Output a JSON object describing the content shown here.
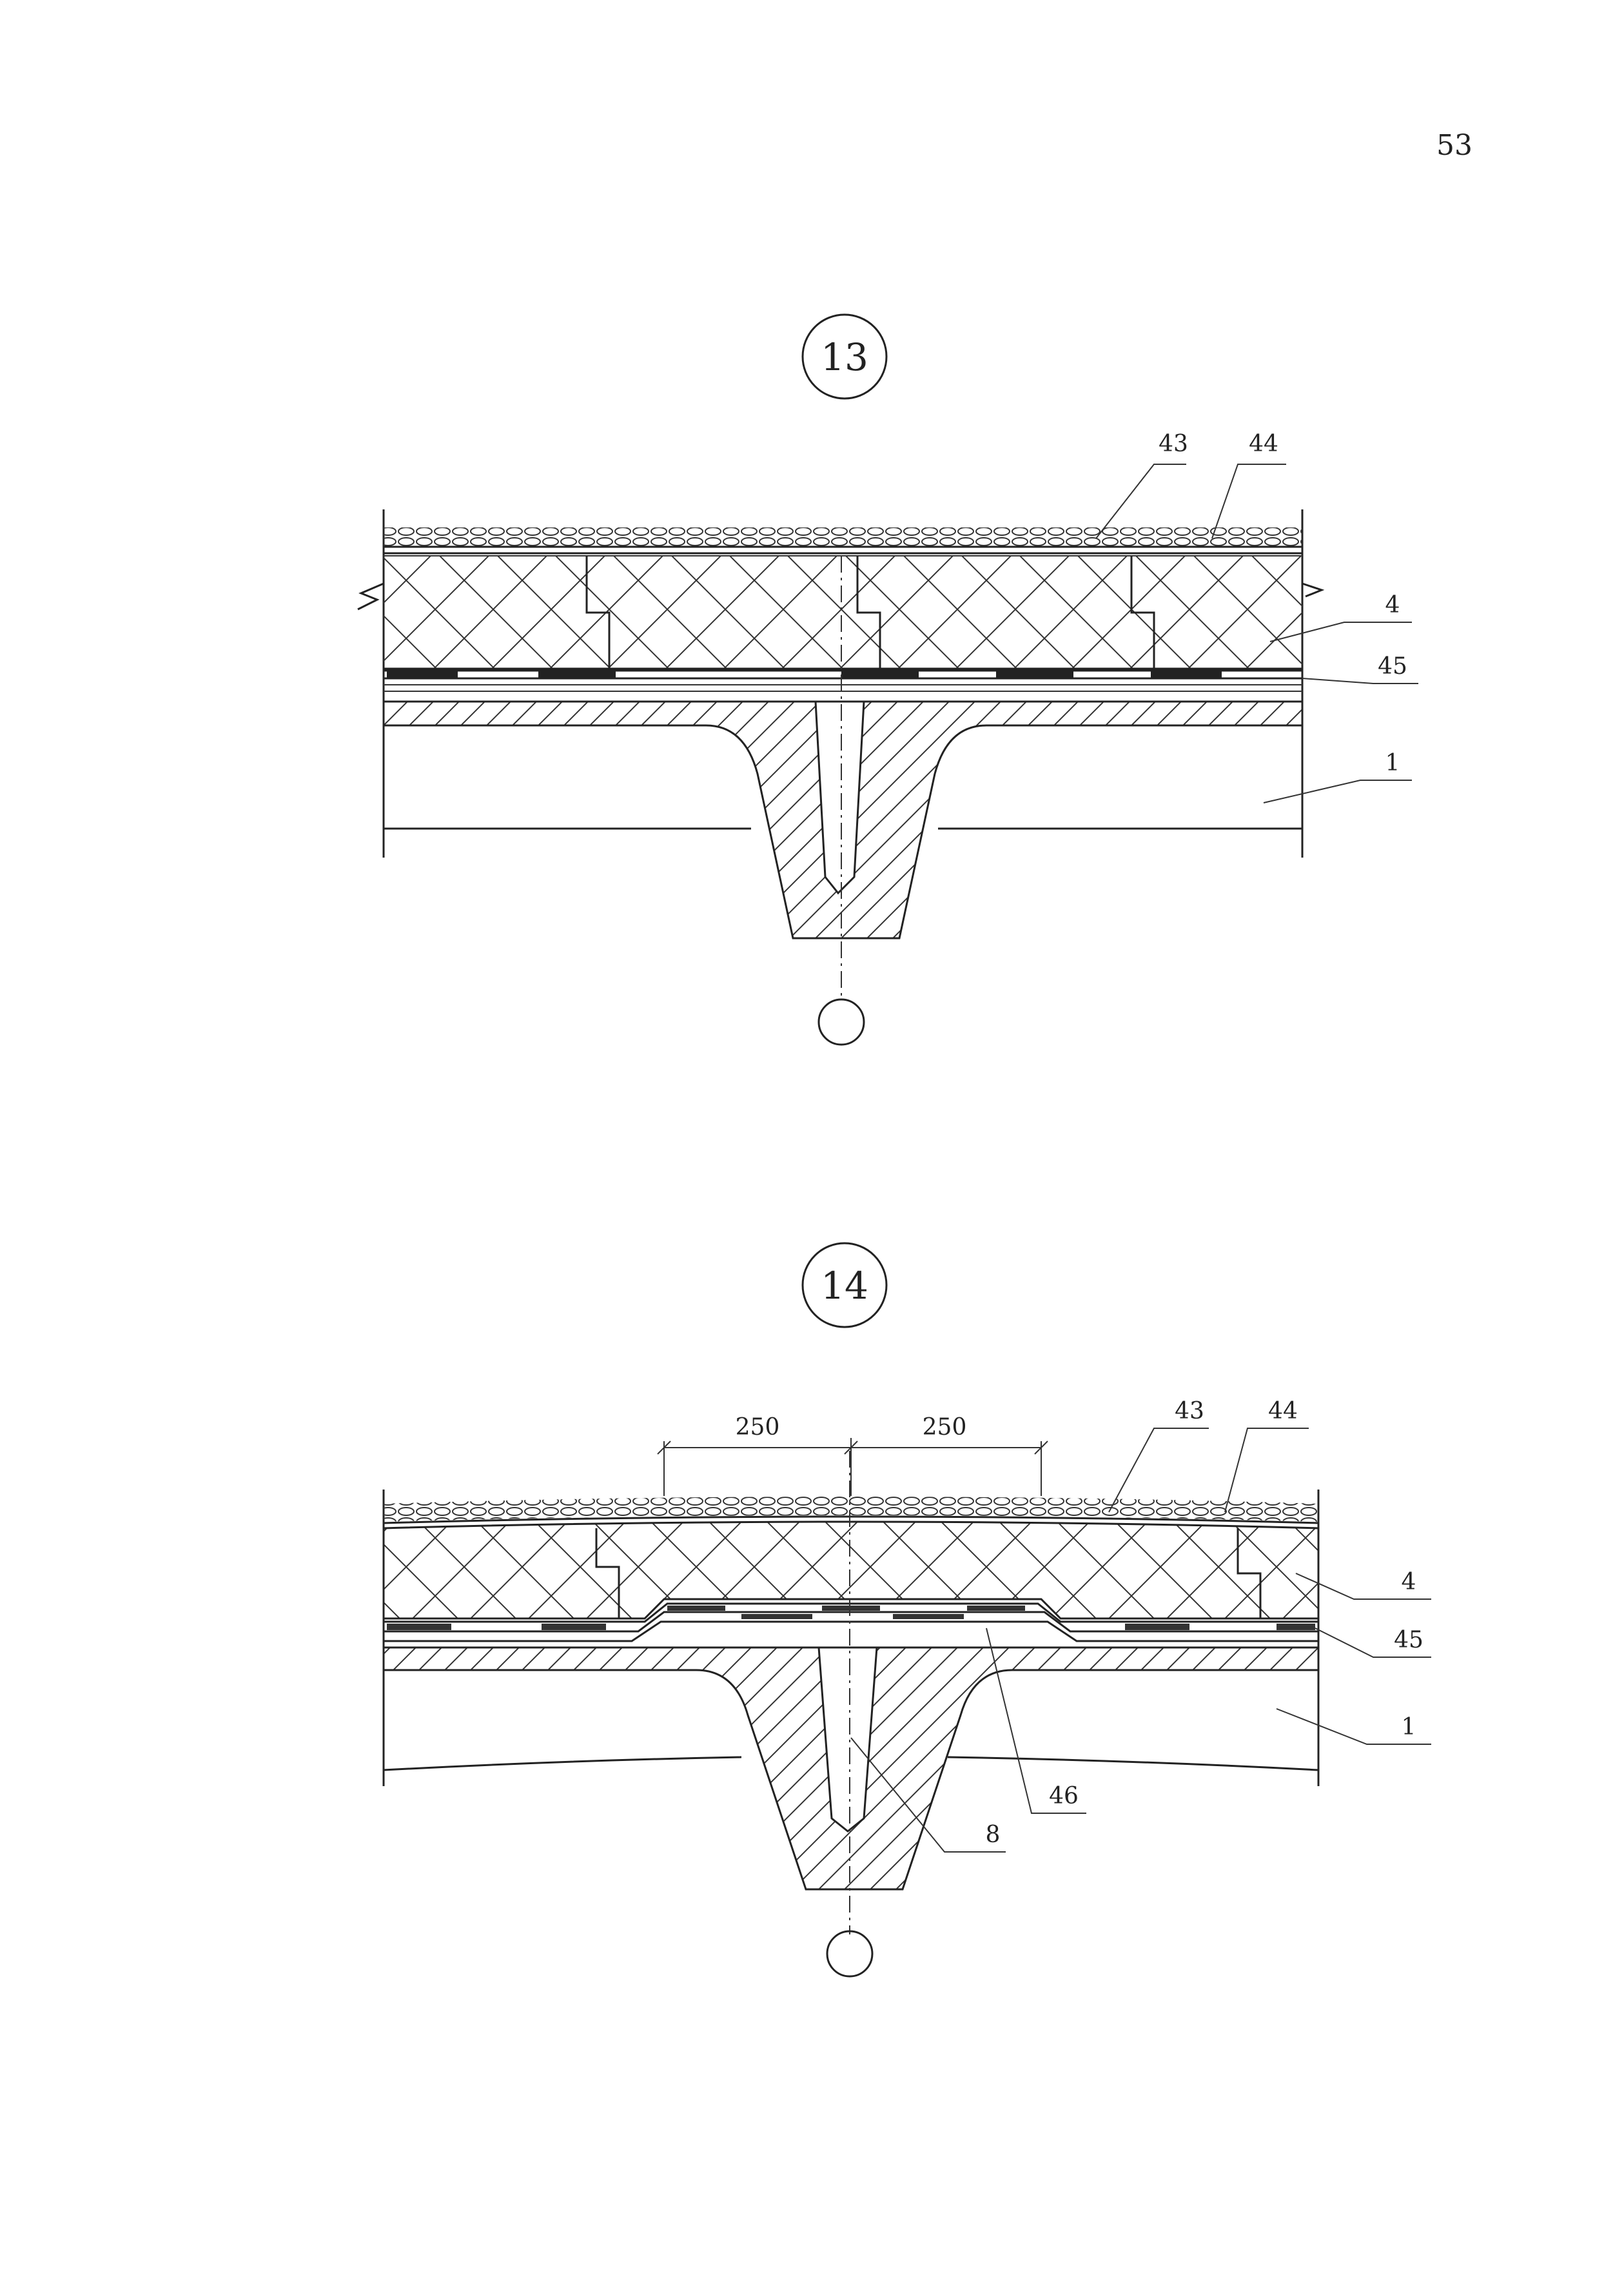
{
  "page": {
    "number": "53"
  },
  "fig13": {
    "title": "13",
    "labels": {
      "gravel": "43",
      "membrane": "44",
      "insulation": "4",
      "vapour": "45",
      "slab": "1"
    }
  },
  "fig14": {
    "title": "14",
    "dims": {
      "left": "250",
      "right": "250"
    },
    "labels": {
      "gravel": "43",
      "membrane": "44",
      "insulation": "4",
      "vapour": "45",
      "slab": "1",
      "strip": "46",
      "joint": "8"
    }
  },
  "colors": {
    "line": "#222222",
    "paper": "#ffffff"
  }
}
